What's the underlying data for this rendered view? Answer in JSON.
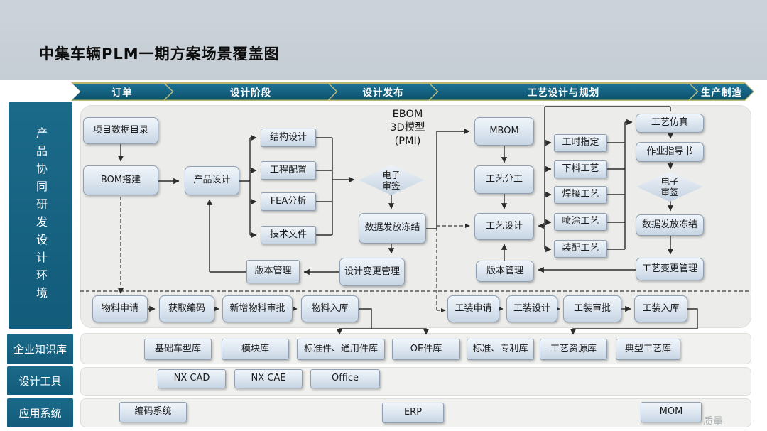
{
  "title": "中集车辆PLM一期方案场景覆盖图",
  "watermark": "质量",
  "phases": [
    "订单",
    "设计阶段",
    "设计发布",
    "工艺设计与规划",
    "生产制造"
  ],
  "sidebar": {
    "rnd": "产品协同研发设计环境",
    "knowledge": "企业知识库",
    "tools": "设计工具",
    "systems": "应用系统"
  },
  "flow": {
    "project_catalog": "项目数据目录",
    "bom_build": "BOM搭建",
    "product_design": "产品设计",
    "structure_design": "结构设计",
    "engineering_config": "工程配置",
    "fea": "FEA分析",
    "tech_docs": "技术文件",
    "ebom_note": "EBOM\n3D模型\n(PMI)",
    "esign": "电子\n审签",
    "data_freeze": "数据发放冻结",
    "design_change": "设计变更管理",
    "version_mgmt": "版本管理",
    "mbom": "MBOM",
    "process_division": "工艺分工",
    "process_design": "工艺设计",
    "hour_assign": "工时指定",
    "cutting": "下料工艺",
    "welding": "焊接工艺",
    "painting": "喷涂工艺",
    "assembly": "装配工艺",
    "process_sim": "工艺仿真",
    "work_instruction": "作业指导书",
    "process_change": "工艺变更管理",
    "material_request": "物料申请",
    "get_code": "获取编码",
    "new_material_approval": "新增物料审批",
    "material_storage": "物料入库",
    "tooling_request": "工装申请",
    "tooling_design": "工装设计",
    "tooling_approval": "工装审批",
    "tooling_storage": "工装入库"
  },
  "knowledge_libs": [
    "基础车型库",
    "模块库",
    "标准件、通用件库",
    "OE件库",
    "标准、专利库",
    "工艺资源库",
    "典型工艺库"
  ],
  "design_tools": [
    "NX CAD",
    "NX CAE",
    "Office"
  ],
  "app_systems": [
    "编码系统",
    "ERP",
    "MOM"
  ],
  "colors": {
    "teal": "#14607F",
    "header_band": "#C8CFD6",
    "chevron_outline": "#B9B873",
    "box_border": "#90A0B2",
    "box_fill_top": "#F0F5FA",
    "box_fill_bottom": "#C7D5E3"
  }
}
